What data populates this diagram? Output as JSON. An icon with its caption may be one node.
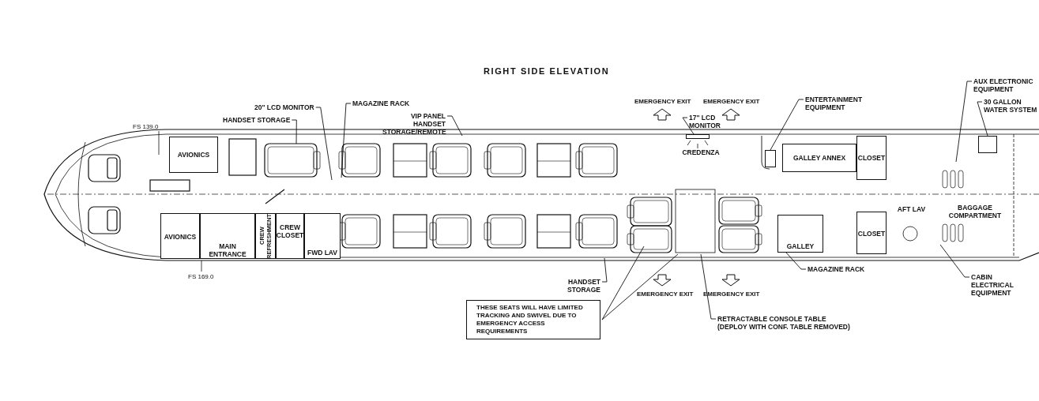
{
  "diagram": {
    "title": "RIGHT SIDE ELEVATION",
    "nodes": [
      {
        "text": [
          "AVIONICS"
        ]
      },
      {
        "text": [
          "HANDSET STORAGE"
        ]
      },
      {
        "text": [
          "20\" LCD MONITOR"
        ]
      },
      {
        "text": [
          "MAGAZINE RACK"
        ]
      },
      {
        "text": [
          "VIP PANEL HANDSET STORAGE/REMOTE"
        ]
      },
      {
        "text": [
          "17\" LCD MONITOR"
        ]
      },
      {
        "text": [
          "CREDENZA"
        ]
      },
      {
        "text": [
          "ENTERTAINMENT EQUIPMENT"
        ]
      },
      {
        "text": [
          "GALLEY ANNEX"
        ]
      },
      {
        "text": [
          "CLOSET"
        ]
      },
      {
        "text": [
          "AUX ELECTRONIC EQUIPMENT"
        ]
      },
      {
        "text": [
          "30 GALLON WATER SYSTEM"
        ]
      },
      {
        "text": [
          "AFT LAV"
        ]
      },
      {
        "text": [
          "BAGGAGE COMPARTMENT"
        ]
      },
      {
        "text": [
          "AVIONICS"
        ]
      },
      {
        "text": [
          "MAIN ENTRANCE"
        ]
      },
      {
        "text": [
          "CREW REFRESHMENT"
        ]
      },
      {
        "text": [
          "CREW CLOSET"
        ]
      },
      {
        "text": [
          "FWD LAV"
        ]
      },
      {
        "text": [
          "GALLEY"
        ]
      },
      {
        "text": [
          "CLOSET"
        ]
      },
      {
        "text": [
          "HANDSET STORAGE"
        ]
      },
      {
        "text": [
          "THESE SEATS WILL HAVE LIMITED TRACKING AND SWIVEL DUE TO EMERGENCY ACCESS REQUIREMENTS"
        ]
      },
      {
        "text": [
          "RETRACTABLE CONSOLE TABLE (DEPLOY WITH CONF. TABLE REMOVED)"
        ]
      },
      {
        "text": [
          "MAGAZINE RACK"
        ]
      },
      {
        "text": [
          "CABIN ELECTRICAL EQUIPMENT"
        ]
      },
      {
        "text": [],
        "shape": "box"
      },
      {
        "text": [],
        "shape": "box"
      },
      {
        "text": [],
        "shape": "box"
      }
    ],
    "edges": [
      {
        "from": 1,
        "to": null,
        "arrow": "none"
      },
      {
        "from": 2,
        "to": null,
        "arrow": "none"
      },
      {
        "from": 3,
        "to": null,
        "arrow": "none"
      },
      {
        "from": 4,
        "to": null,
        "arrow": "none"
      },
      {
        "from": 5,
        "to": 26,
        "arrow": "none"
      },
      {
        "from": 7,
        "to": 27,
        "arrow": "none"
      },
      {
        "from": 10,
        "to": null,
        "arrow": "none"
      },
      {
        "from": 11,
        "to": 28,
        "arrow": "none"
      },
      {
        "from": 21,
        "to": null,
        "arrow": "none"
      },
      {
        "from": 22,
        "to": null,
        "arrow": "none"
      },
      {
        "from": 22,
        "to": null,
        "arrow": "none"
      },
      {
        "from": 23,
        "to": null,
        "arrow": "none"
      },
      {
        "from": 24,
        "to": 19,
        "arrow": "none"
      },
      {
        "from": 25,
        "to": null,
        "arrow": "none"
      }
    ],
    "labels": [
      "FS 139.0",
      "EMERGENCY EXIT",
      "EMERGENCY EXIT",
      "FS 169.0",
      "EMERGENCY EXIT",
      "EMERGENCY EXIT"
    ]
  }
}
